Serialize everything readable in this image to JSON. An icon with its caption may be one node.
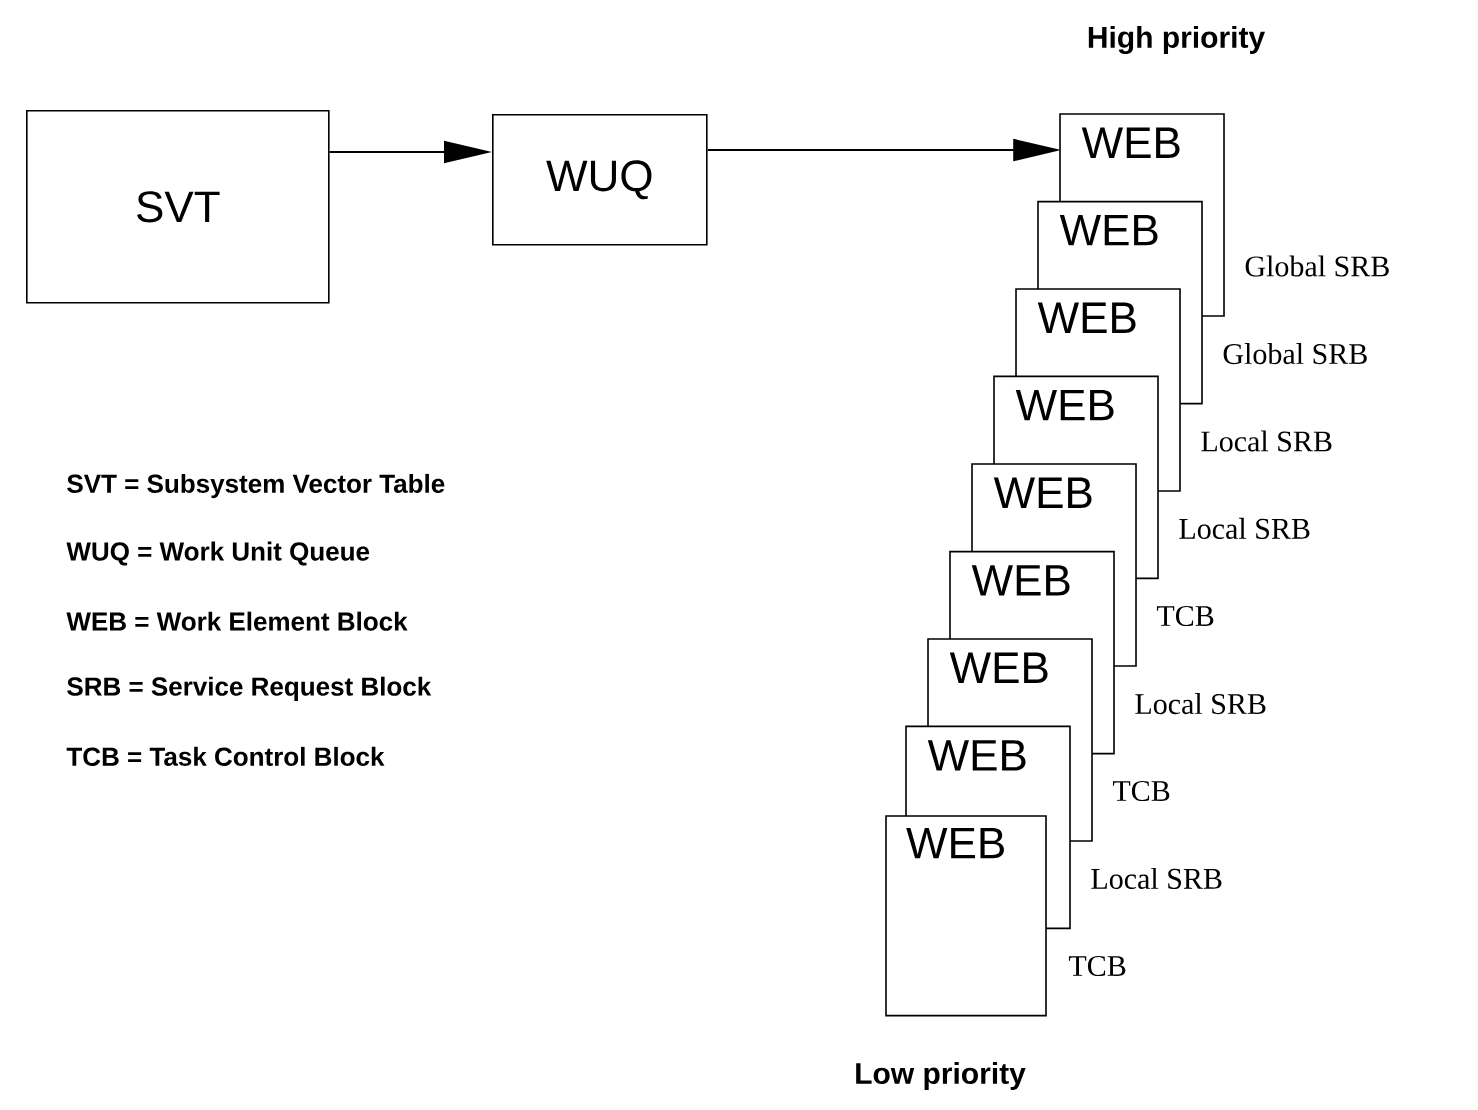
{
  "diagram": {
    "nodes": [
      {
        "text": [
          "SVT"
        ]
      },
      {
        "text": [
          "WUQ"
        ]
      },
      {
        "text": [
          "WEB"
        ],
        "beside": [
          "Global SRB"
        ]
      },
      {
        "text": [
          "WEB"
        ],
        "beside": [
          "Global SRB"
        ]
      },
      {
        "text": [
          "WEB"
        ],
        "beside": [
          "Local SRB"
        ]
      },
      {
        "text": [
          "WEB"
        ],
        "beside": [
          "Local SRB"
        ]
      },
      {
        "text": [
          "WEB"
        ],
        "beside": [
          "TCB"
        ]
      },
      {
        "text": [
          "WEB"
        ],
        "beside": [
          "Local SRB"
        ]
      },
      {
        "text": [
          "WEB"
        ],
        "beside": [
          "TCB"
        ]
      },
      {
        "text": [
          "WEB"
        ],
        "beside": [
          "Local SRB"
        ]
      },
      {
        "text": [
          "WEB"
        ],
        "beside": [
          "TCB"
        ]
      }
    ],
    "edges": [
      {
        "from": 0,
        "to": 1,
        "arrow": "to"
      },
      {
        "from": 1,
        "to": 2,
        "arrow": "to"
      }
    ],
    "labels": [
      "High priority",
      "SVT = Subsystem Vector Table",
      "WUQ = Work Unit Queue",
      "WEB = Work Element Block",
      "SRB = Service Request Block",
      "TCB = Task Control Block",
      "Low priority"
    ]
  }
}
